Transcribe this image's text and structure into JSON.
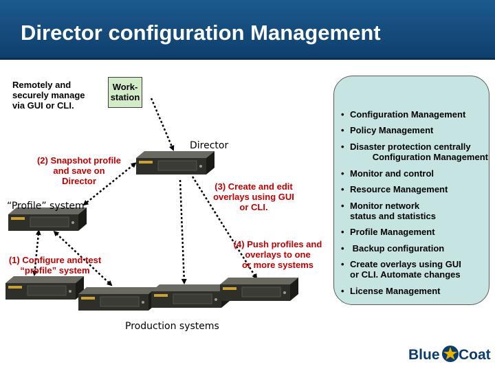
{
  "title": "Director configuration Management",
  "intro": {
    "line1": "Remotely and",
    "line2": "securely manage",
    "line3": "via GUI or CLI."
  },
  "workstation": {
    "line1": "Work-",
    "line2": "station"
  },
  "features": [
    {
      "line1": "Configuration Management",
      "line2": ""
    },
    {
      "line1": "Policy Management",
      "line2": ""
    },
    {
      "line1": "Disaster protection centrally",
      "line2": "Configuration Management"
    },
    {
      "line1": "Monitor and control",
      "line2": ""
    },
    {
      "line1": "Resource Management",
      "line2": ""
    },
    {
      "line1": "Monitor network",
      "line2": "status and statistics"
    },
    {
      "line1": "Profile Management",
      "line2": ""
    },
    {
      "line1": " Backup configuration",
      "line2": ""
    },
    {
      "line1": "Create overlays using GUI",
      "line2": "or CLI. Automate changes"
    },
    {
      "line1": "License Management",
      "line2": ""
    }
  ],
  "labels": {
    "director": "Director",
    "profile_system": "“Profile” system",
    "production": "Production systems",
    "step2": {
      "line1": "(2) Snapshot profile",
      "line2": "and save on",
      "line3": "Director"
    },
    "step3": {
      "line1": "(3) Create and edit",
      "line2": "overlays using GUI",
      "line3": "or CLI."
    },
    "step4": {
      "line1": "(4) Push profiles and",
      "line2": "overlays to one",
      "line3": "or more systems"
    },
    "step1": {
      "line1": "(1) Configure and test",
      "line2": "“profile” system"
    }
  },
  "logo": {
    "part1": "Blue",
    "part2": "Coat"
  },
  "colors": {
    "header": "#14507f",
    "panel": "#c6e5e2",
    "workstation": "#d3ecc8",
    "step_text": "#c00000",
    "server_body": "#2f2f2a",
    "server_trim": "#c9a13a"
  },
  "icons": [
    "server-icon",
    "dotted-arrow-icon",
    "star-icon"
  ]
}
